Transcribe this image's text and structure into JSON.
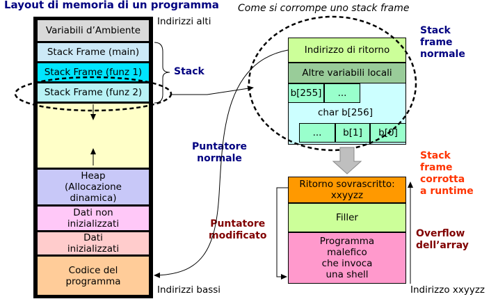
{
  "title": "Layout di memoria di un programma",
  "subtitle": "Come si corrompe uno stack frame",
  "left_stack": {
    "high_label": "Indirizzi alti",
    "low_label": "Indirizzi bassi",
    "segments": [
      {
        "label": "Variabili d’Ambiente",
        "color": "#d9d9d9"
      },
      {
        "label": "Stack Frame (main)",
        "color": "#cce9f7"
      },
      {
        "label": "Stack Frame (funz 1)",
        "color": "#00e5ff"
      },
      {
        "label": "Stack Frame (funz 2)",
        "color": "#b8f2f5"
      },
      {
        "label": "",
        "color": "#ffffc8"
      },
      {
        "label": "Heap\n(Allocazione\ndinamica)",
        "color": "#c8c8f8"
      },
      {
        "label": "Dati non\ninizializzati",
        "color": "#ffc8f8"
      },
      {
        "label": "Dati\ninizializzati",
        "color": "#ffcccc"
      },
      {
        "label": "Codice del\nprogramma",
        "color": "#ffcc99"
      }
    ],
    "stack_label": "Stack"
  },
  "normal_frame": {
    "label": "Stack\nframe\nnormale",
    "return_address": "Indirizzo di ritorno",
    "locals": "Altre variabili locali",
    "buffer_label": "char b[256]",
    "cells_top": [
      "b[255]",
      "..."
    ],
    "cells_bottom": [
      "...",
      "b[1]",
      "b[0]"
    ]
  },
  "pointers": {
    "normal": "Puntatore\nnormale",
    "modified": "Puntatore\nmodificato"
  },
  "corrupted_frame": {
    "label": "Stack\nframe\ncorrotta\na runtime",
    "overwritten": "Ritorno sovrascritto:\nxxyyzz",
    "filler": "Filler",
    "payload": "Programma\nmalefico\nche invoca\nuna shell",
    "overflow_label": "Overflow\ndell’array",
    "address_label": "Indirizzo xxyyzz"
  },
  "colors": {
    "title_blue": "#000080",
    "dark_red": "#800000",
    "orange_red": "#ff3300",
    "return_green": "#ccff99",
    "locals_green": "#99cc99",
    "buffer_cyan": "#ccffff",
    "cell_teal": "#99ffcc",
    "overwritten_orange": "#ff9900",
    "filler_green": "#ccff99",
    "payload_pink": "#ff99cc"
  }
}
